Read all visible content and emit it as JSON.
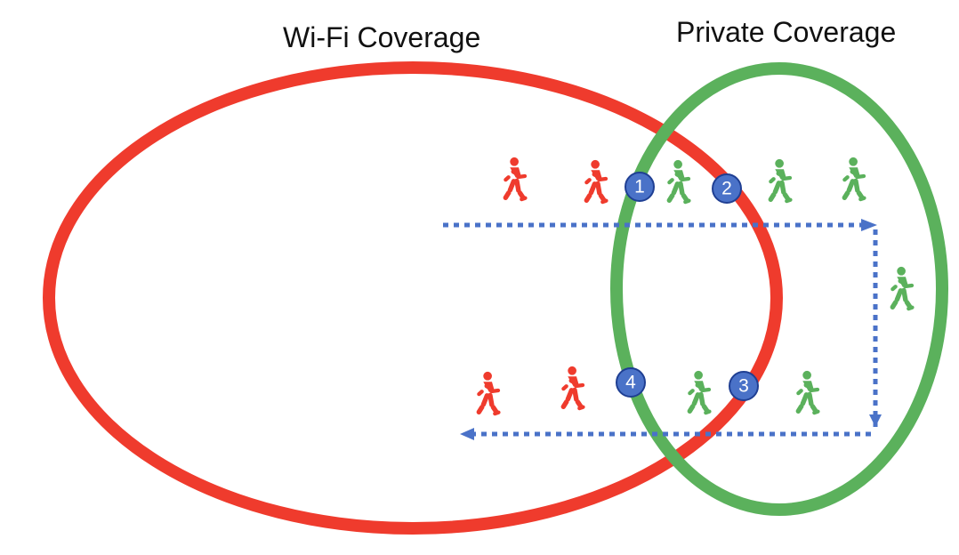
{
  "labels": {
    "wifi_coverage": "Wi-Fi Coverage",
    "private_coverage": "Private Coverage"
  },
  "colors": {
    "wifi": "#ef3b2d",
    "private": "#5bb15c",
    "path": "#4a72c8",
    "badge_fill": "#4a72c8",
    "badge_stroke": "#1f3f93"
  },
  "waypoints": [
    {
      "label": "1"
    },
    {
      "label": "2"
    },
    {
      "label": "3"
    },
    {
      "label": "4"
    }
  ],
  "walkers": [
    {
      "name": "walker-red-1",
      "color": "red",
      "icon": "walking-person-icon"
    },
    {
      "name": "walker-red-2",
      "color": "red",
      "icon": "walking-person-icon"
    },
    {
      "name": "walker-green-1",
      "color": "green",
      "icon": "walking-person-icon"
    },
    {
      "name": "walker-green-2",
      "color": "green",
      "icon": "walking-person-icon"
    },
    {
      "name": "walker-green-3",
      "color": "green",
      "icon": "walking-person-icon"
    },
    {
      "name": "walker-green-4",
      "color": "green",
      "icon": "walking-person-icon"
    },
    {
      "name": "walker-green-5",
      "color": "green",
      "icon": "walking-person-icon"
    },
    {
      "name": "walker-green-6",
      "color": "green",
      "icon": "walking-person-icon"
    },
    {
      "name": "walker-red-3",
      "color": "red",
      "icon": "walking-person-icon"
    },
    {
      "name": "walker-red-4",
      "color": "red",
      "icon": "walking-person-icon"
    }
  ]
}
